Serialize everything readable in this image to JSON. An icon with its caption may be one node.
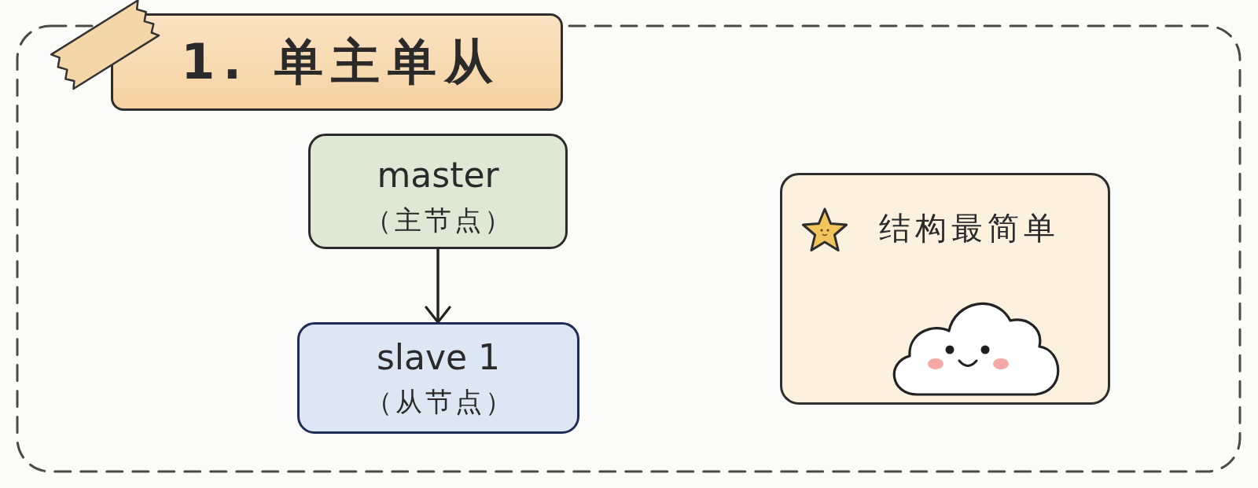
{
  "diagram": {
    "nodes": [
      {
        "text": [
          "1. 单主单从"
        ]
      },
      {
        "text": [
          "master",
          "（主节点）"
        ]
      },
      {
        "text": [
          "slave 1",
          "（从节点）"
        ]
      },
      {
        "text": [
          "结构最简单"
        ]
      }
    ],
    "edges": [
      {
        "from": 1,
        "to": 2,
        "arrow": "to"
      }
    ]
  }
}
